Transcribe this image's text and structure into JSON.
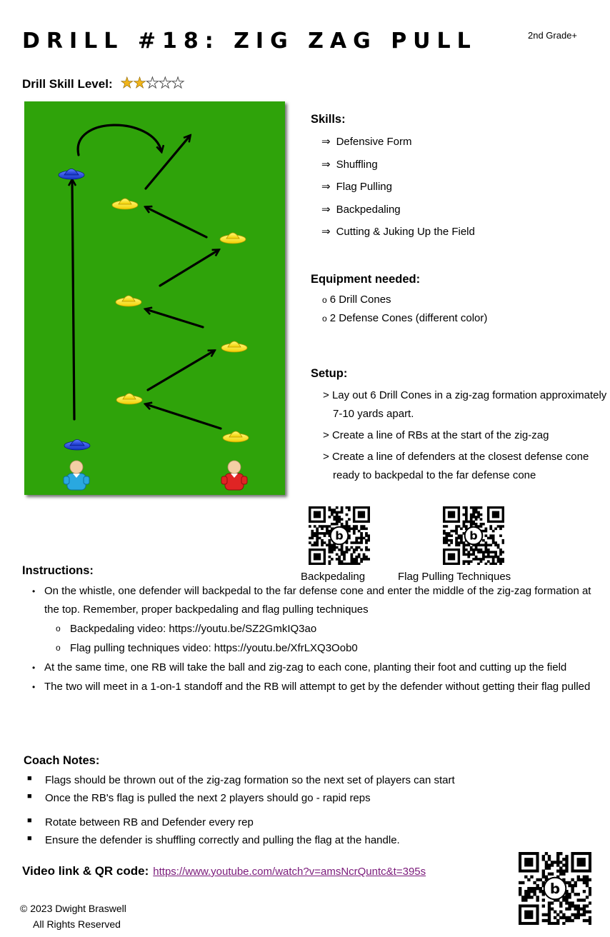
{
  "header": {
    "title": "DRILL #18: ZIG ZAG PULL",
    "grade": "2nd Grade+",
    "skill_level_label": "Drill Skill Level:",
    "skill_rating": 2,
    "skill_max": 5
  },
  "skills": {
    "heading": "Skills:",
    "items": [
      "Defensive Form",
      "Shuffling",
      "Flag Pulling",
      "Backpedaling",
      "Cutting & Juking Up the Field"
    ]
  },
  "equipment": {
    "heading": "Equipment needed:",
    "items": [
      "6 Drill Cones",
      "2 Defense Cones (different color)"
    ]
  },
  "setup": {
    "heading": "Setup:",
    "items": [
      "Lay out 6 Drill Cones in a zig-zag formation approximately 7-10 yards apart.",
      "Create a line of RBs at the start of the zig-zag",
      "Create a line of defenders at the closest defense cone ready to backpedal to the far defense cone"
    ]
  },
  "qr_codes": [
    {
      "label": "Backpedaling",
      "icon": "qr-code-icon"
    },
    {
      "label": "Flag Pulling Techniques",
      "icon": "qr-code-icon"
    }
  ],
  "instructions": {
    "heading": "Instructions:",
    "items": [
      "On the whistle, one defender will backpedal to the far defense cone and enter the middle of the zig-zag formation at the top. Remember, proper backpedaling and flag pulling techniques",
      "At the same time, one RB will take the ball and zig-zag to each cone, planting their foot and cutting up the field",
      "The two will meet in a 1-on-1 standoff and the RB will attempt to get by the defender without getting their flag pulled"
    ],
    "sub_items": [
      "Backpedaling video: https://youtu.be/SZ2GmkIQ3ao",
      "Flag pulling techniques video: https://youtu.be/XfrLXQ3Oob0"
    ]
  },
  "coach_notes": {
    "heading": "Coach Notes:",
    "items": [
      "Flags should be thrown out of the zig-zag formation so the next set of players can start",
      "Once the RB's flag is pulled the next 2 players should go - rapid reps",
      "Rotate between RB and Defender every rep",
      "Ensure the defender is shuffling correctly and pulling the flag at the handle."
    ]
  },
  "video": {
    "label": "Video link & QR code:",
    "url": "https://www.youtube.com/watch?v=amsNcrQuntc&t=395s"
  },
  "footer": {
    "copyright": "© 2023 Dwight Braswell",
    "rights": "All Rights Reserved"
  },
  "colors": {
    "field": "#2fa30a",
    "drill_cone": "#f7e21a",
    "defense_cone": "#1f3fd8",
    "rb_jersey": "#29a8e0",
    "defender_jersey": "#e02424",
    "star": "#f1b51a",
    "link": "#7a1a7a"
  }
}
